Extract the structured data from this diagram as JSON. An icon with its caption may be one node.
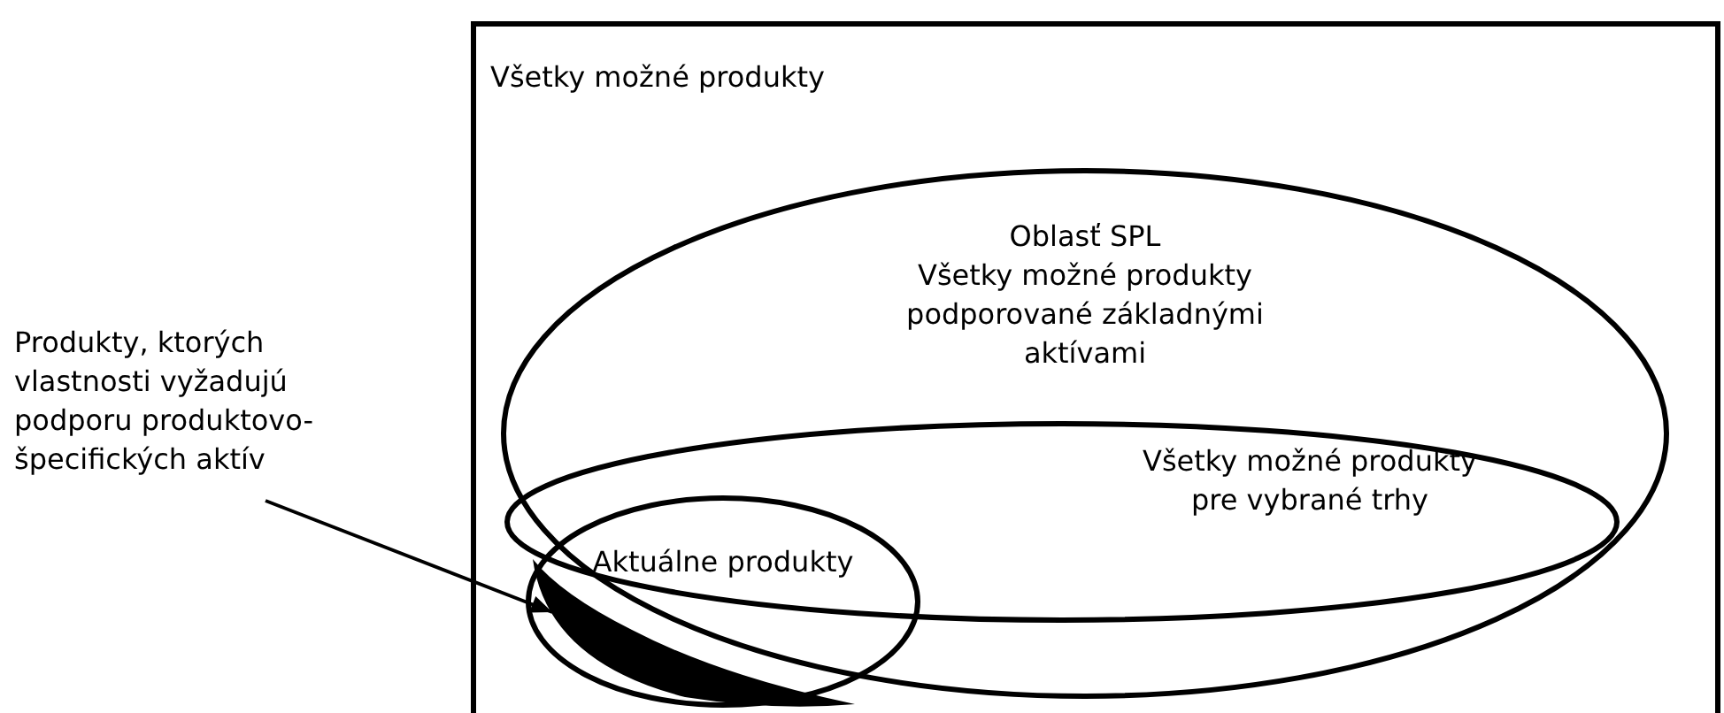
{
  "diagram": {
    "nodes": [
      {
        "text": [
          "Všetky možné produkty"
        ]
      },
      {
        "text": [
          "Oblasť SPL",
          "Všetky možné produkty podporované základnými aktívami"
        ],
        "in": 0
      },
      {
        "text": [
          "Všetky možné produkty pre vybrané trhy"
        ],
        "in": 1
      },
      {
        "text": [
          "Aktuálne produkty"
        ],
        "in": 1
      },
      {
        "text": [],
        "shape": "crescent",
        "in": 3
      },
      {
        "text": [
          "Produkty, ktorých vlastnosti vyžadujú podporu produktovo-špecifických aktív"
        ]
      }
    ],
    "edges": [
      {
        "from": 5,
        "to": 4,
        "arrow": "to"
      }
    ]
  }
}
